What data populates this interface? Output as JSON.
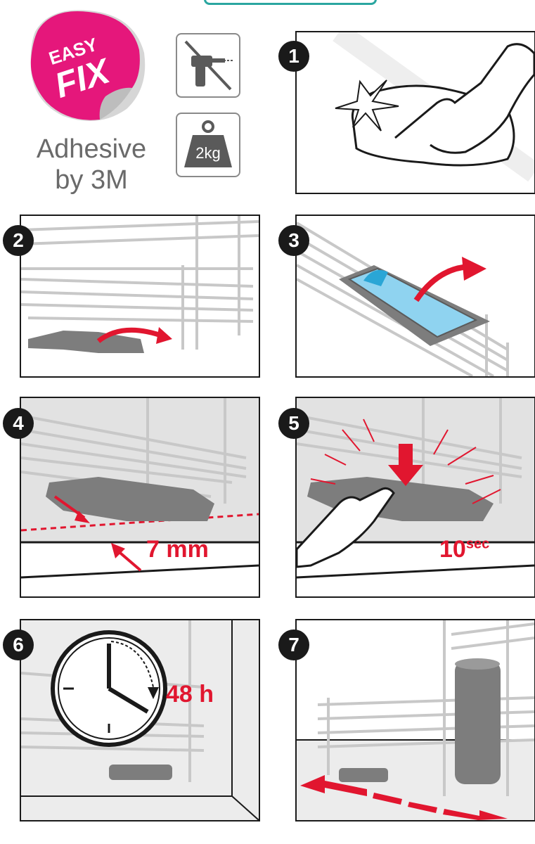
{
  "badge": {
    "line1": "EASY",
    "line2": "FIX"
  },
  "adhesive": {
    "line1": "Adhesive",
    "line2": "by 3M"
  },
  "icons": {
    "no_drill": "no-drill-icon",
    "weight": "weight-icon",
    "weight_label": "2kg"
  },
  "steps": [
    {
      "number": "1",
      "description": "clean-surface"
    },
    {
      "number": "2",
      "description": "attach-bracket"
    },
    {
      "number": "3",
      "description": "peel-liner"
    },
    {
      "number": "4",
      "description": "position",
      "label": "7 mm"
    },
    {
      "number": "5",
      "description": "press",
      "label_main": "10",
      "label_sup": "sec"
    },
    {
      "number": "6",
      "description": "wait",
      "label": "48 h"
    },
    {
      "number": "7",
      "description": "load"
    }
  ],
  "colors": {
    "accent_red": "#e1162f",
    "pink": "#e5177b",
    "grey_part": "#7d7d7d",
    "blue_liner": "#8fd3f0",
    "outline": "#1a1a1a"
  }
}
